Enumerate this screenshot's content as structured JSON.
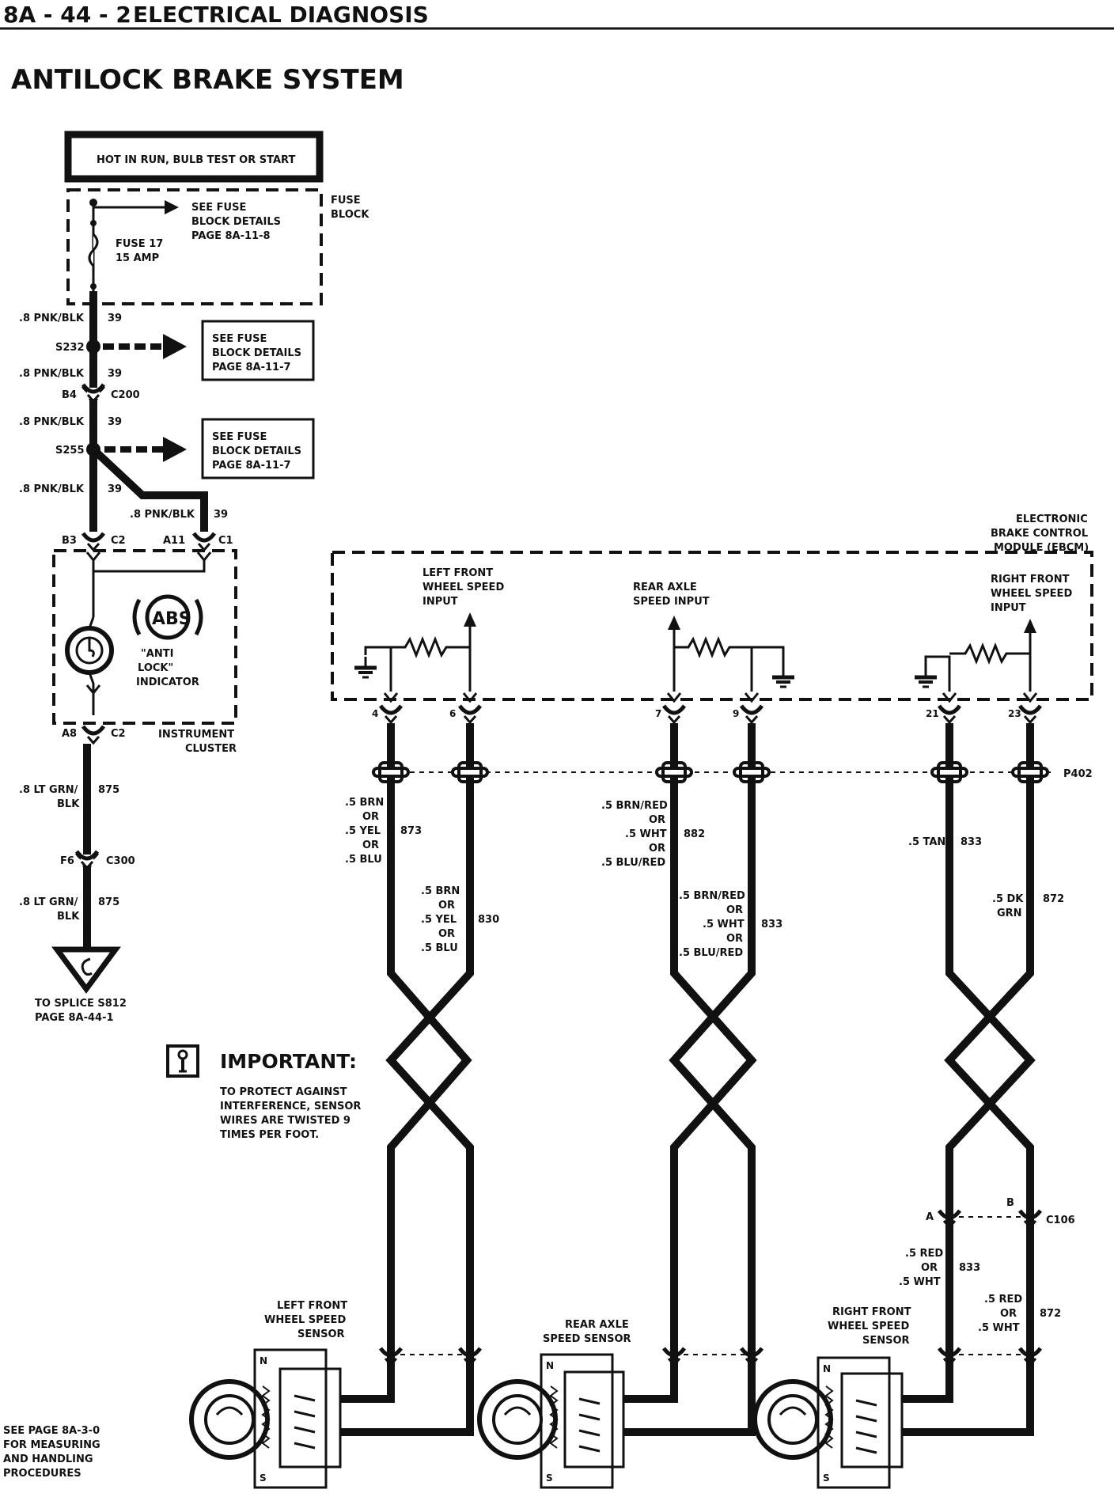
{
  "header": {
    "page_code": "8A - 44 - 2",
    "section": "ELECTRICAL DIAGNOSIS",
    "title": "ANTILOCK BRAKE SYSTEM"
  },
  "power": {
    "hot_label": "HOT IN RUN, BULB TEST OR START",
    "fuse_block_label": [
      "FUSE",
      "BLOCK"
    ],
    "fuse_block_ref": [
      "SEE FUSE",
      "BLOCK DETAILS",
      "PAGE 8A-11-8"
    ],
    "fuse_name": "FUSE 17",
    "fuse_rating": "15 AMP"
  },
  "left_circuit": {
    "wire_label": ".8 PNK/BLK",
    "circuit": "39",
    "s232": "S232",
    "s232_ref": [
      "SEE FUSE",
      "BLOCK DETAILS",
      "PAGE 8A-11-7"
    ],
    "c200_pin": "B4",
    "c200": "C200",
    "s255": "S255",
    "s255_ref": [
      "SEE FUSE",
      "BLOCK DETAILS",
      "PAGE 8A-11-7"
    ],
    "pin_b3": "B3",
    "conn_c2": "C2",
    "pin_a11": "A11",
    "conn_c1": "C1",
    "abs_text": "ABS",
    "indicator_label": [
      "\"ANTI",
      "LOCK\"",
      "INDICATOR"
    ],
    "pin_a8": "A8",
    "cluster_label": [
      "INSTRUMENT",
      "CLUSTER"
    ],
    "ground_wire": [
      ".8 LT GRN/",
      "BLK"
    ],
    "ground_circuit": "875",
    "c300_pin": "F6",
    "c300": "C300",
    "splice_ref": "TO SPLICE S812",
    "splice_page": "PAGE 8A-44-1"
  },
  "ebcm": {
    "label": [
      "ELECTRONIC",
      "BRAKE CONTROL",
      "MODULE (EBCM)"
    ],
    "lf_input": [
      "LEFT FRONT",
      "WHEEL SPEED",
      "INPUT"
    ],
    "rear_input": [
      "REAR AXLE",
      "SPEED INPUT"
    ],
    "rf_input": [
      "RIGHT FRONT",
      "WHEEL SPEED",
      "INPUT"
    ],
    "pins": [
      "4",
      "6",
      "7",
      "9",
      "21",
      "23"
    ],
    "connector": "P402"
  },
  "sensor_wires": {
    "lf_a": [
      ".5 BRN",
      "OR",
      ".5 YEL",
      "OR",
      ".5 BLU"
    ],
    "lf_a_circuit": "873",
    "lf_b": [
      ".5 BRN",
      "OR",
      ".5 YEL",
      "OR",
      ".5 BLU"
    ],
    "lf_b_circuit": "830",
    "rear_a": [
      ".5 BRN/RED",
      "OR",
      ".5 WHT",
      "OR",
      ".5 BLU/RED"
    ],
    "rear_a_circuit": "882",
    "rear_b": [
      ".5 BRN/RED",
      "OR",
      ".5 WHT",
      "OR",
      ".5 BLU/RED"
    ],
    "rear_b_circuit": "833",
    "rf_a": ".5 TAN",
    "rf_a_circuit": "833",
    "rf_b": [
      ".5 DK",
      "GRN"
    ],
    "rf_b_circuit": "872",
    "c106_pin_a": "A",
    "c106_pin_b": "B",
    "c106": "C106",
    "rf_c": [
      ".5 RED",
      "OR",
      ".5 WHT"
    ],
    "rf_c_circuit": "833",
    "rf_d": [
      ".5 RED",
      "OR",
      ".5 WHT"
    ],
    "rf_d_circuit": "872"
  },
  "important": {
    "icon": "info-icon",
    "title": "IMPORTANT:",
    "body": [
      "TO PROTECT AGAINST",
      "INTERFERENCE, SENSOR",
      "WIRES ARE TWISTED 9",
      "TIMES PER FOOT."
    ]
  },
  "sensors": {
    "lf": [
      "LEFT FRONT",
      "WHEEL SPEED",
      "SENSOR"
    ],
    "rear": [
      "REAR AXLE",
      "SPEED SENSOR"
    ],
    "rf": [
      "RIGHT FRONT",
      "WHEEL SPEED",
      "SENSOR"
    ],
    "pole_n": "N",
    "pole_s": "S"
  },
  "footnote": [
    "SEE PAGE 8A-3-0",
    "FOR MEASURING",
    "AND HANDLING",
    "PROCEDURES"
  ]
}
